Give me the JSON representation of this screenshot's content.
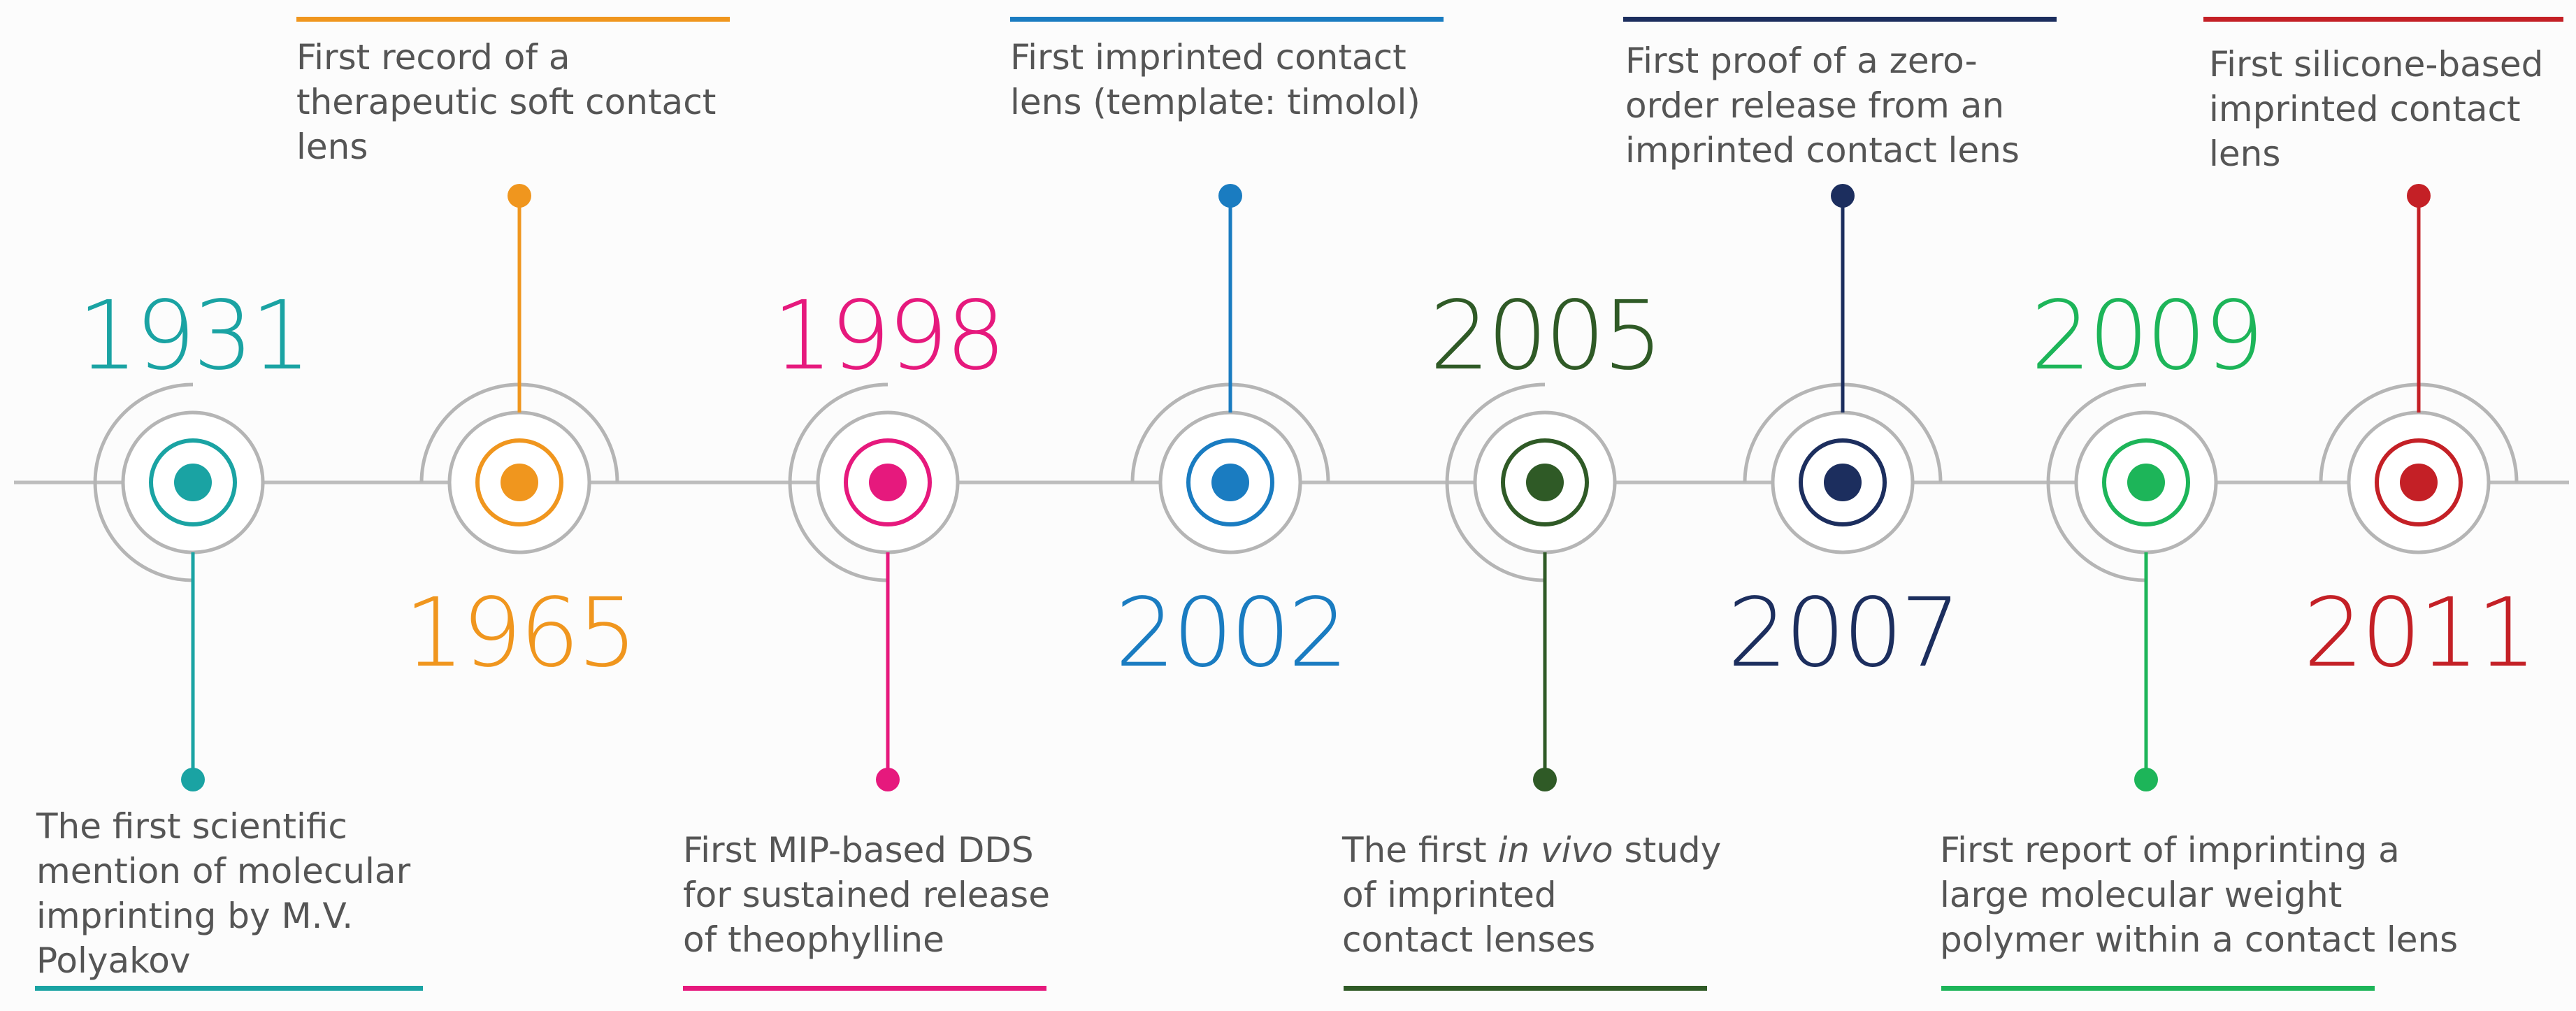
{
  "milestones": [
    {
      "year": "1931",
      "color": "#1aa3a3",
      "position": "above",
      "description_lines": [
        "The first scientific",
        "mention of molecular",
        "imprinting by M.V.",
        "Polyakov"
      ]
    },
    {
      "year": "1965",
      "color": "#f0961e",
      "position": "below",
      "description_lines": [
        "First record of a",
        "therapeutic soft contact",
        "lens"
      ]
    },
    {
      "year": "1998",
      "color": "#e6197d",
      "position": "above",
      "description_lines": [
        "First MIP-based DDS",
        "for sustained release",
        "of theophylline"
      ]
    },
    {
      "year": "2002",
      "color": "#1a7cc1",
      "position": "below",
      "description_lines": [
        "First imprinted contact",
        "lens (template: timolol)"
      ]
    },
    {
      "year": "2005",
      "color": "#2f5a26",
      "position": "above",
      "description_prefix": "The first ",
      "description_italic": "in vivo",
      "description_suffix": " study",
      "description_lines": [
        "of imprinted",
        "contact lenses"
      ]
    },
    {
      "year": "2007",
      "color": "#1c2e5e",
      "position": "below",
      "description_lines": [
        "First proof of a zero-",
        "order release from an",
        "imprinted contact lens"
      ]
    },
    {
      "year": "2009",
      "color": "#1db559",
      "position": "above",
      "description_lines": [
        "First report of imprinting a",
        "large molecular weight",
        "polymer within a contact lens"
      ]
    },
    {
      "year": "2011",
      "color": "#c42026",
      "position": "below",
      "description_lines": [
        "First silicone-based",
        "imprinted contact",
        "lens"
      ]
    }
  ],
  "colors": {
    "axis": "#bdbdbd",
    "ring": "#b5b5b5",
    "text": "#555555",
    "background": "#fcfcfc"
  }
}
